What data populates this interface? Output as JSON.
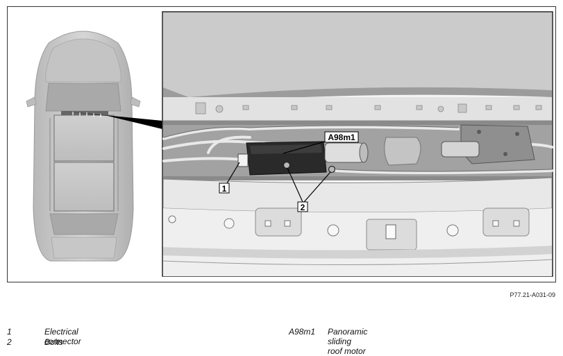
{
  "callouts": {
    "c1": "1",
    "c2": "2",
    "c3": "A98m1"
  },
  "figure_ref": "P77.21-A031-09",
  "legend": [
    {
      "key": "1",
      "text": "Electrical connector"
    },
    {
      "key": "2",
      "text": "Bolts"
    },
    {
      "key": "A98m1",
      "text": "Panoramic sliding roof motor"
    }
  ]
}
